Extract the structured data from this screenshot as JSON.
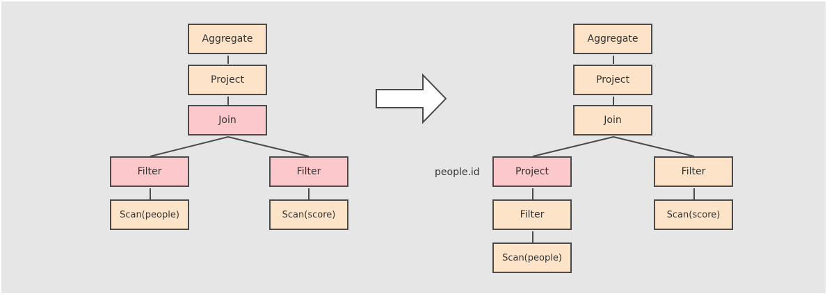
{
  "colors": {
    "normal": "#fde4c8",
    "highlight": "#fdc8cb",
    "stroke": "#4a4a4a",
    "arrow_fill": "#ffffff"
  },
  "transform_arrow": "right-arrow",
  "left_plan": {
    "aggregate": "Aggregate",
    "project": "Project",
    "join": "Join",
    "filter_left": "Filter",
    "filter_right": "Filter",
    "scan_people": "Scan(people)",
    "scan_score": "Scan(score)",
    "highlighted": [
      "join",
      "filter_left",
      "filter_right"
    ]
  },
  "right_plan": {
    "aggregate": "Aggregate",
    "project": "Project",
    "join": "Join",
    "project_pushed": "Project",
    "project_pushed_annotation": "people.id",
    "filter_left": "Filter",
    "filter_right": "Filter",
    "scan_people": "Scan(people)",
    "scan_score": "Scan(score)",
    "highlighted": [
      "project_pushed"
    ]
  }
}
